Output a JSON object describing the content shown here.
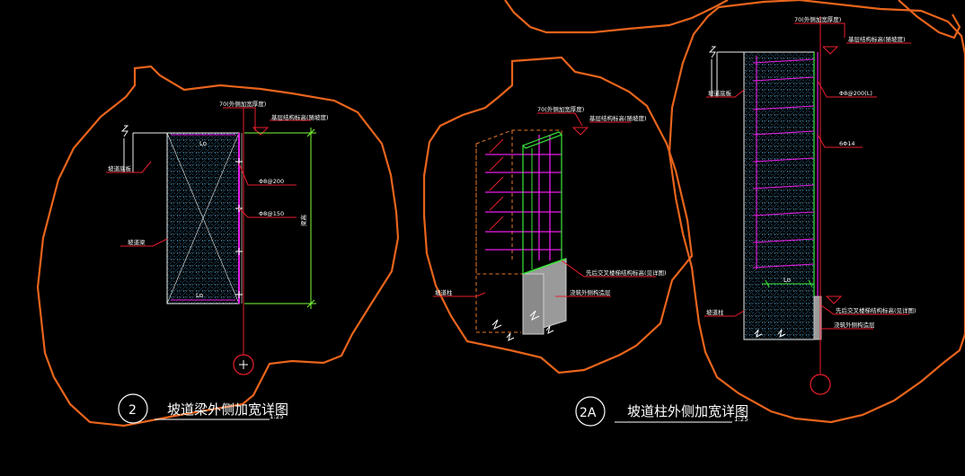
{
  "colors": {
    "background": "#000000",
    "cloud": "#e8641c",
    "leader": "#ff1a1a",
    "rebar": "#e81ee8",
    "dimension": "#7cff3a",
    "column_outline": "#f0f0f0",
    "hatch": "#3aa0c8",
    "dashed": "#e87a28",
    "green": "#3ae83a",
    "fill_grey": "#9a9a9a"
  },
  "detail_2": {
    "number": "2",
    "title": "坡道梁外侧加宽详图",
    "scale": "1:25",
    "labels": {
      "top_thickness": "70(外侧加宽厚度)",
      "top_elev": "基层结构标高(随坡度)",
      "left_wall": "坡道底板",
      "rebar_top": "Φ8@200",
      "rebar_mid": "Φ8@150",
      "left_beam": "坡道梁",
      "lo_top": "Lo",
      "lo_bottom": "Lo",
      "dim_right": "梁高"
    }
  },
  "detail_2a": {
    "number": "2A",
    "title": "坡道柱外侧加宽详图",
    "scale": "1:25",
    "labels": {
      "top_thickness": "70(外侧加宽厚度)",
      "top_elev": "基层结构标高(随坡度)",
      "bottom_elev": "先后交叉楼梯结构标高(见详图)",
      "bottom_note": "浇筑外侧构造层",
      "left_col": "坡道柱"
    }
  },
  "detail_section": {
    "labels": {
      "top_thickness": "70(外侧加宽厚度)",
      "top_elev": "基层结构标高(随坡度)",
      "left_wall": "坡道底板",
      "rebar_top": "Φ8@200(L)",
      "rebar_mid": "6Φ14",
      "lo": "Lo",
      "bottom_elev": "先后交叉楼梯结构标高(见详图)",
      "bottom_note": "浇筑外侧构造层",
      "left_col": "坡道柱"
    }
  }
}
